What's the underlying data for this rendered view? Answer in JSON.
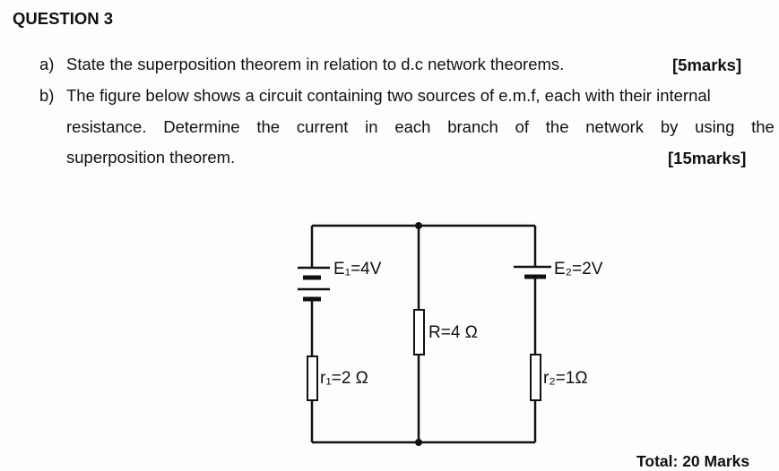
{
  "heading": "QUESTION 3",
  "part_a": {
    "label": "a)",
    "text": "State the superposition theorem in relation to d.c network theorems.",
    "marks": "[5marks]"
  },
  "part_b": {
    "label": "b)",
    "line1": "The figure below shows a circuit containing two sources of e.m.f, each with their internal",
    "line2_words": [
      "resistance.",
      "Determine",
      "the",
      "current",
      "in",
      "each",
      "branch",
      "of",
      "the",
      "network",
      "by",
      "using",
      "the"
    ],
    "line3": "superposition theorem.",
    "marks": "[15marks]"
  },
  "circuit": {
    "E1": "E₁=4V",
    "E2": "E₂=2V",
    "R": "R=4 Ω",
    "r1": "r₁=2 Ω",
    "r2": "r₂=1Ω"
  },
  "total": "Total: 20 Marks"
}
